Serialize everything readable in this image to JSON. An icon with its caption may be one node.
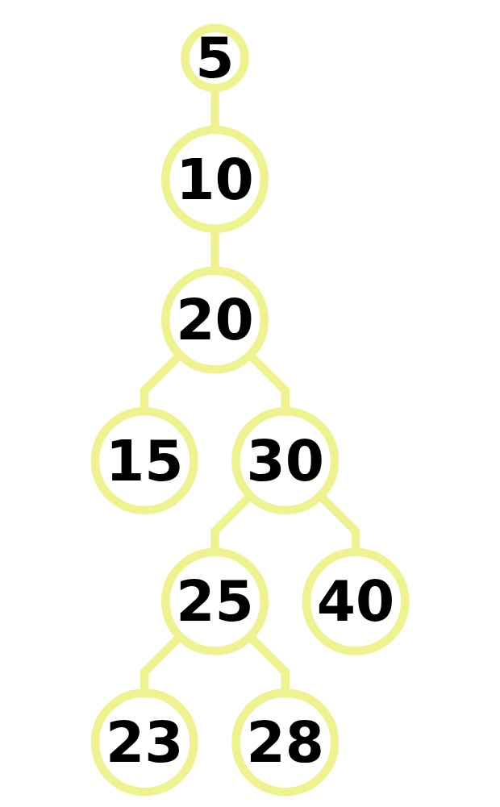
{
  "diagram": {
    "nodes": [
      {
        "text": [
          "5"
        ]
      },
      {
        "text": [
          "10"
        ]
      },
      {
        "text": [
          "20"
        ]
      },
      {
        "text": [
          "15"
        ]
      },
      {
        "text": [
          "30"
        ]
      },
      {
        "text": [
          "25"
        ]
      },
      {
        "text": [
          "40"
        ]
      },
      {
        "text": [
          "23"
        ]
      },
      {
        "text": [
          "28"
        ]
      }
    ],
    "edges": [
      {
        "from": 0,
        "to": 1,
        "arrow": "none"
      },
      {
        "from": 1,
        "to": 2,
        "arrow": "none"
      },
      {
        "from": 2,
        "to": 3,
        "arrow": "none"
      },
      {
        "from": 2,
        "to": 4,
        "arrow": "none"
      },
      {
        "from": 4,
        "to": 5,
        "arrow": "none"
      },
      {
        "from": 4,
        "to": 6,
        "arrow": "none"
      },
      {
        "from": 5,
        "to": 7,
        "arrow": "none"
      },
      {
        "from": 5,
        "to": 8,
        "arrow": "none"
      }
    ]
  }
}
